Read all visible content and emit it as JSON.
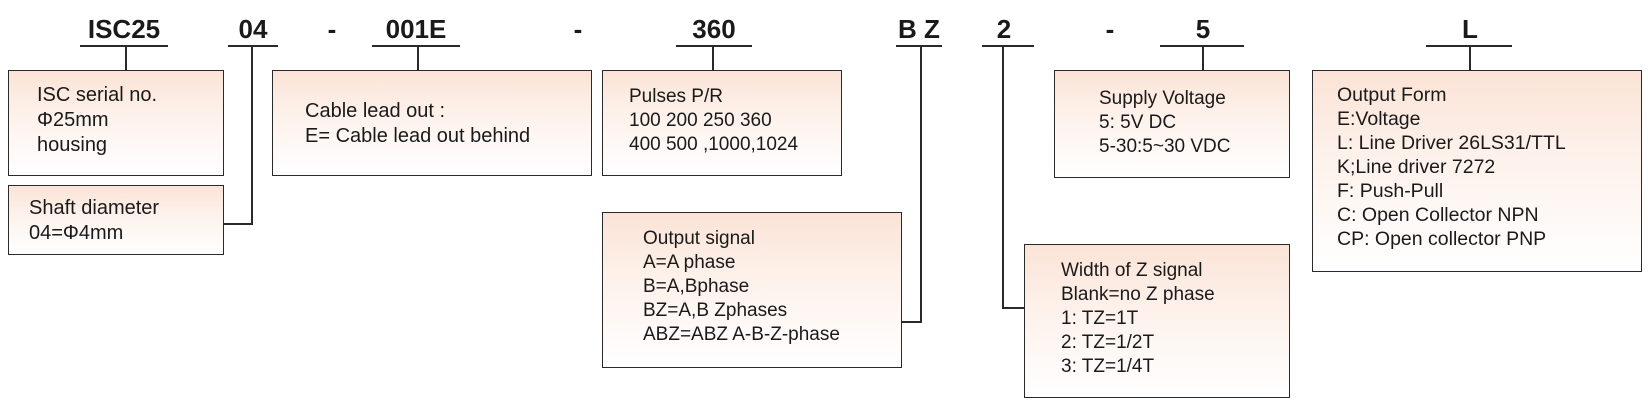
{
  "codes": {
    "series": "ISC25",
    "shaft": "04",
    "dash1": "-",
    "cable": "001E",
    "dash2": "-",
    "pulses": "360",
    "signal": "B Z",
    "zwidth": "2",
    "dash3": "-",
    "voltage": "5",
    "output": "L"
  },
  "boxes": {
    "serial": [
      "ISC serial no.",
      "Φ25mm",
      "housing"
    ],
    "shaft": [
      "Shaft diameter",
      "04=Φ4mm"
    ],
    "cable": [
      "Cable lead out :",
      "E= Cable lead out behind"
    ],
    "pulses": [
      "Pulses  P/R",
      "100 200 250 360",
      "400 500 ,1000,1024"
    ],
    "signal": [
      "Output signal",
      "A=A phase",
      "B=A,Bphase",
      "BZ=A,B Zphases",
      "ABZ=ABZ A-B-Z-phase"
    ],
    "zwidth": [
      "Width of Z signal",
      "Blank=no Z phase",
      "1: TZ=1T",
      "2: TZ=1/2T",
      "3: TZ=1/4T"
    ],
    "voltage": [
      "Supply Voltage",
      "5: 5V DC",
      "5-30:5~30 VDC"
    ],
    "output": [
      "Output Form",
      "E:Voltage",
      "L: Line Driver 26LS31/TTL",
      "K;Line driver 7272",
      "F: Push-Pull",
      "C: Open Collector NPN",
      "CP: Open collector PNP"
    ]
  }
}
